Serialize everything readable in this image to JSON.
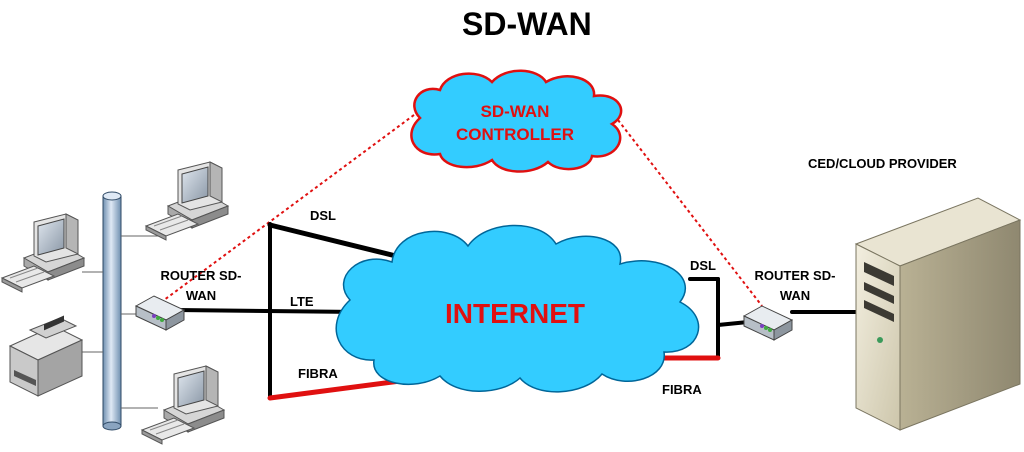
{
  "title": "SD-WAN",
  "controller": {
    "line1": "SD-WAN",
    "line2": "CONTROLLER"
  },
  "internet": "INTERNET",
  "provider": "CED/CLOUD PROVIDER",
  "router_left": {
    "line1": "ROUTER SD-",
    "line2": "WAN"
  },
  "router_right": {
    "line1": "ROUTER SD-",
    "line2": "WAN"
  },
  "links_left": {
    "dsl": "DSL",
    "lte": "LTE",
    "fibra": "FIBRA"
  },
  "links_right": {
    "dsl": "DSL",
    "fibra": "FIBRA"
  },
  "colors": {
    "cloud": "#33ccff",
    "cloud_outline": "#e01010",
    "fiber": "#e01010",
    "controller_link": "#e01010",
    "bus": "#b8cfe6"
  },
  "icons": [
    "desktop-computer-icon",
    "printer-icon",
    "router-icon",
    "server-tower-icon",
    "network-bus-icon",
    "cloud-icon"
  ]
}
